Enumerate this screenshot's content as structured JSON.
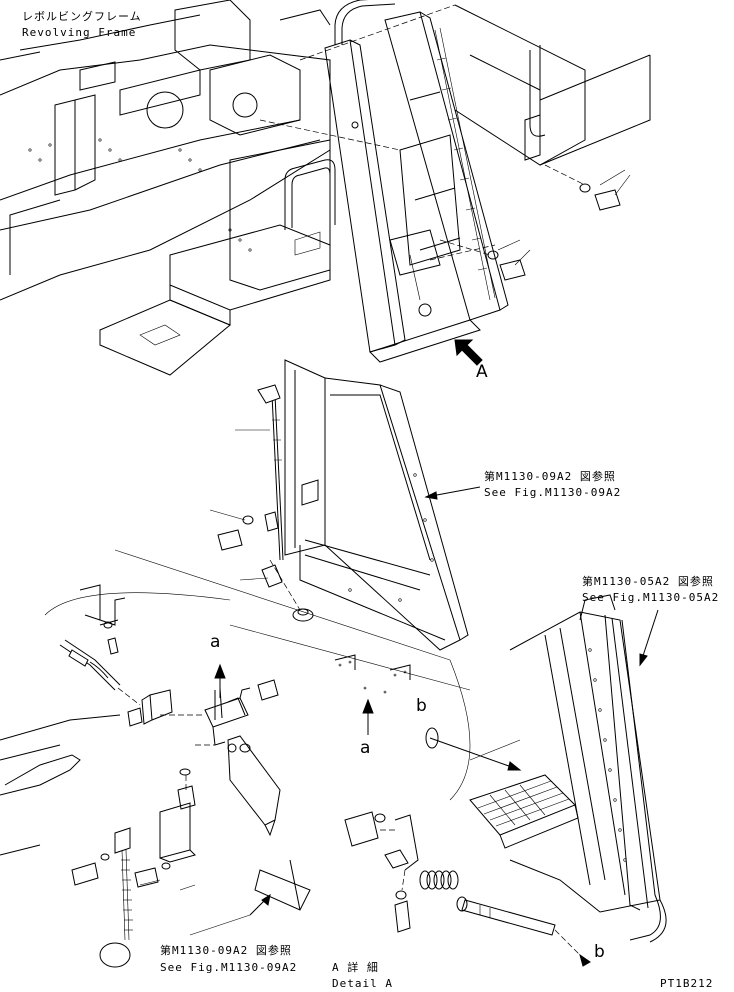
{
  "labels": {
    "revolving_frame_jp": "レボルビングフレーム",
    "revolving_frame_en": "Revolving Frame",
    "view_a": "A",
    "ref1_jp": "第M1130-09A2 図参照",
    "ref1_en": "See Fig.M1130-09A2",
    "ref2_jp": "第M1130-05A2 図参照",
    "ref2_en": "See Fig.M1130-05A2",
    "ref3_jp": "第M1130-09A2 図参照",
    "ref3_en": "See Fig.M1130-09A2",
    "arrow_a_upper": "a",
    "arrow_a_lower": "a",
    "arrow_b_upper": "b",
    "arrow_b_lower": "b",
    "detail_jp": "A 詳 細",
    "detail_en": "Detail A",
    "drawing_code": "PT1B212"
  }
}
